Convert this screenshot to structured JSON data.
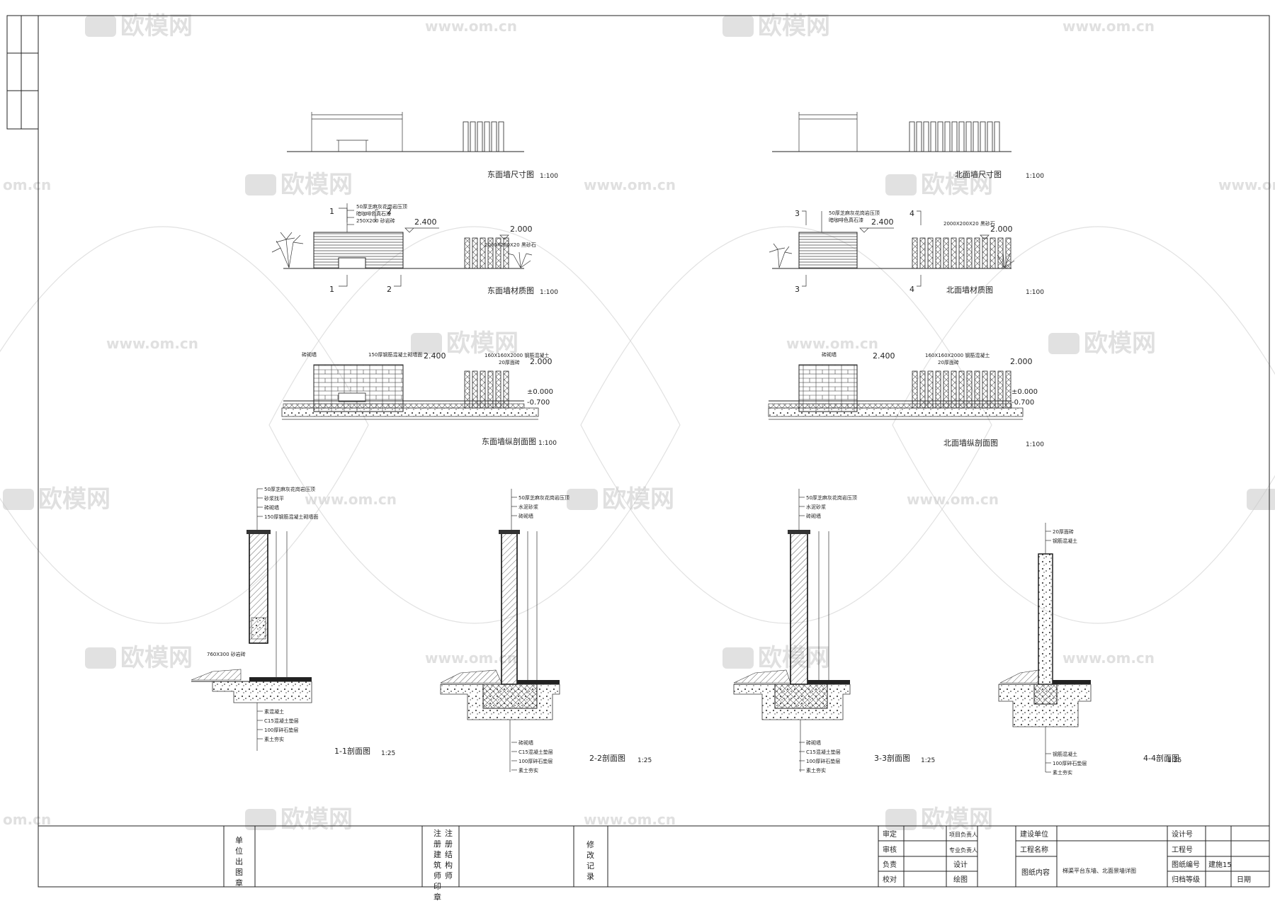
{
  "watermark": {
    "brand": "欧模网",
    "url": "www.om.cn",
    "url_short": "om.cn"
  },
  "row1": {
    "left_title": "东面墙尺寸图",
    "left_scale": "1:100",
    "right_title": "北面墙尺寸图",
    "right_scale": "1:100"
  },
  "row2": {
    "left": {
      "title": "东面墙材质图",
      "scale": "1:100",
      "elev_wall": "2.400",
      "elev_fence": "2.000",
      "callouts": [
        "50厚芝麻灰花岗岩压顶",
        "暗咖啡色真石漆",
        "250X200 砂岩砖"
      ],
      "fence_note": "2000X200X20 黑砂石",
      "sec_a": "1",
      "sec_b": "2"
    },
    "right": {
      "title": "北面墙材质图",
      "scale": "1:100",
      "elev_wall": "2.400",
      "elev_fence": "2.000",
      "callouts": [
        "50厚芝麻灰花岗岩压顶",
        "暗咖啡色真石漆"
      ],
      "fence_note": "2000X200X20 黑砂石",
      "sec_a": "3",
      "sec_b": "4"
    }
  },
  "row3": {
    "left": {
      "title": "东面墙纵剖面图",
      "scale": "1:100",
      "label_wall": "砖砌墙",
      "label_slab": "150厚钢筋混凝土砌墙面",
      "label_post": "160X160X2000 钢筋混凝土",
      "label_post2": "20厚面砖",
      "elev_top": "2.400",
      "elev_fence": "2.000",
      "elev_zero": "±0.000",
      "elev_low": "-0.700"
    },
    "right": {
      "title": "北面墙纵剖面图",
      "scale": "1:100",
      "label_wall": "砖砌墙",
      "label_post": "160X160X2000 钢筋混凝土",
      "label_post2": "20厚面砖",
      "elev_top": "2.400",
      "elev_fence": "2.000",
      "elev_zero": "±0.000",
      "elev_low": "-0.700"
    }
  },
  "sections": [
    {
      "title": "1-1剖面图",
      "scale": "1:25",
      "top_notes": [
        "50厚芝麻灰花岗岩压顶",
        "砂浆找平",
        "砖砌墙",
        "150厚钢筋混凝土砌墙面"
      ],
      "bottom_notes": [
        "素混凝土",
        "C15混凝土垫层",
        "100厚碎石垫层",
        "素土夯实"
      ],
      "mid_note": "760X300 砂岩砖"
    },
    {
      "title": "2-2剖面图",
      "scale": "1:25",
      "top_notes": [
        "50厚芝麻灰花岗岩压顶",
        "水泥砂浆",
        "砖砌墙"
      ],
      "bottom_notes": [
        "砖砌墙",
        "C15混凝土垫层",
        "100厚碎石垫层",
        "素土夯实"
      ]
    },
    {
      "title": "3-3剖面图",
      "scale": "1:25",
      "top_notes": [
        "50厚芝麻灰花岗岩压顶",
        "水泥砂浆",
        "砖砌墙"
      ],
      "bottom_notes": [
        "砖砌墙",
        "C15混凝土垫层",
        "100厚碎石垫层",
        "素土夯实"
      ]
    },
    {
      "title": "4-4剖面图",
      "scale": "1:25",
      "top_notes": [
        "20厚面砖",
        "钢筋混凝土"
      ],
      "bottom_notes": [
        "钢筋混凝土",
        "100厚碎石垫层",
        "素土夯实"
      ]
    }
  ],
  "titleblock": {
    "unit_seal": "单位出图章",
    "reg_seal": "注册建筑师印章",
    "reg_seal2": "注册结构师",
    "revision": "修改记录",
    "roles": [
      "审定",
      "审核",
      "负责",
      "校对"
    ],
    "roles2": [
      "项目负责人",
      "专业负责人",
      "设计",
      "绘图"
    ],
    "client_label": "建设单位",
    "project_label": "工程名称",
    "drawing_label": "图纸内容",
    "drawing_content": "梯渠平台东墙、北面景墙详图",
    "design_no": "设计号",
    "project_no": "工程号",
    "sheet_no_label": "图纸编号",
    "sheet_no": "建施15",
    "archive": "归档等级",
    "date_label": "日期"
  }
}
